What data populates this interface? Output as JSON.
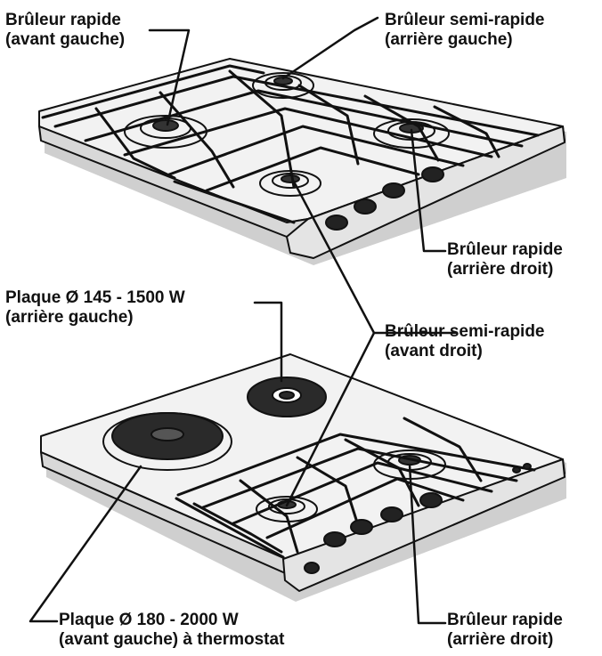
{
  "labels": {
    "fl_top": {
      "line1": "Brûleur rapide",
      "line2": "(avant gauche)"
    },
    "bl_top": {
      "line1": "Brûleur semi-rapide",
      "line2": "(arrière gauche)"
    },
    "br_top": {
      "line1": "Brûleur rapide",
      "line2": "(arrière droit)"
    },
    "plate_back": {
      "line1": "Plaque Ø 145 - 1500 W",
      "line2": "(arrière gauche)"
    },
    "fr_mixed": {
      "line1": "Brûleur semi-rapide",
      "line2": "(avant droit)"
    },
    "plate_front": {
      "line1": "Plaque Ø 180 - 2000 W",
      "line2": "(avant gauche) à thermostat"
    },
    "br_bottom": {
      "line1": "Brûleur rapide",
      "line2": "(arrière droit)"
    }
  },
  "colors": {
    "ink": "#111111",
    "steel": "#e9e9e9",
    "shadow": "#bdbdbd",
    "hotplate": "#222222"
  }
}
